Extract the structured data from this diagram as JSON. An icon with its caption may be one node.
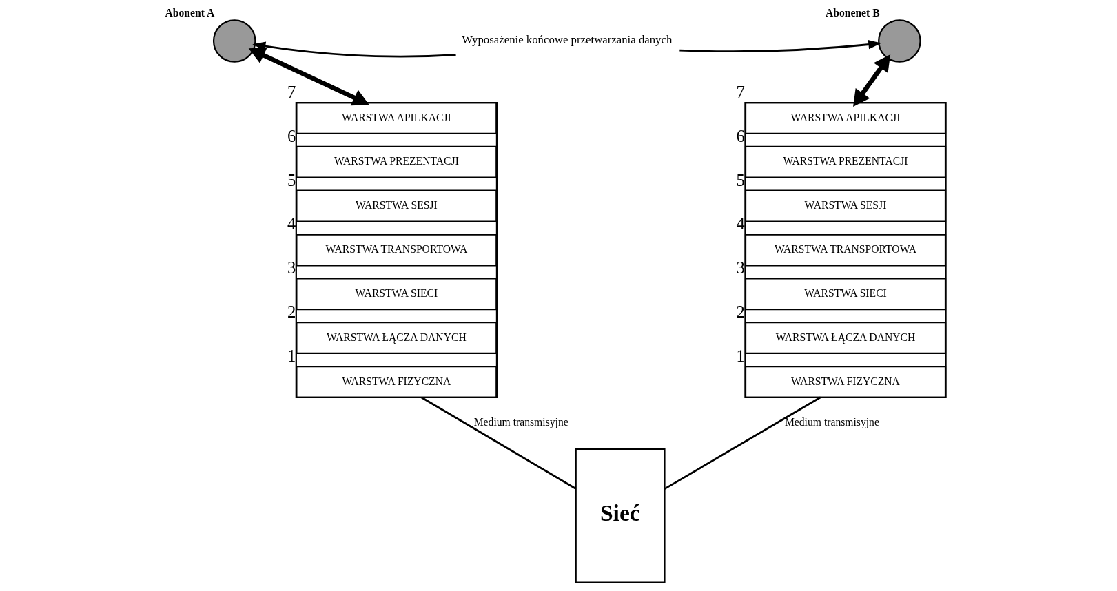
{
  "diagram": {
    "nodes": [
      {
        "text": [],
        "shape": "circle",
        "beside": [
          "Abonent A"
        ]
      },
      {
        "text": [
          "Wyposażenie końcowe przetwarzania danych"
        ]
      },
      {
        "text": [],
        "shape": "circle",
        "beside": [
          "Abonenet B"
        ]
      },
      {
        "text": [],
        "shape": "box"
      },
      {
        "text": [
          "WARSTWA APILKACJI"
        ],
        "in": 3,
        "beside": [
          "7"
        ]
      },
      {
        "text": [
          "WARSTWA PREZENTACJI"
        ],
        "in": 3,
        "beside": [
          "6"
        ]
      },
      {
        "text": [
          "WARSTWA SESJI"
        ],
        "in": 3,
        "beside": [
          "5"
        ]
      },
      {
        "text": [
          "WARSTWA TRANSPORTOWA"
        ],
        "in": 3,
        "beside": [
          "4"
        ]
      },
      {
        "text": [
          "WARSTWA SIECI"
        ],
        "in": 3,
        "beside": [
          "3"
        ]
      },
      {
        "text": [
          "WARSTWA ŁĄCZA DANYCH"
        ],
        "in": 3,
        "beside": [
          "2"
        ]
      },
      {
        "text": [
          "WARSTWA FIZYCZNA"
        ],
        "in": 3,
        "beside": [
          "1"
        ]
      },
      {
        "text": [
          "Sieć"
        ]
      },
      {
        "text": [],
        "shape": "box"
      },
      {
        "text": [
          "WARSTWA APILKACJI"
        ],
        "in": 12,
        "beside": [
          "7"
        ]
      },
      {
        "text": [
          "WARSTWA PREZENTACJI"
        ],
        "in": 12,
        "beside": [
          "6"
        ]
      },
      {
        "text": [
          "WARSTWA SESJI"
        ],
        "in": 12,
        "beside": [
          "5"
        ]
      },
      {
        "text": [
          "WARSTWA TRANSPORTOWA"
        ],
        "in": 12,
        "beside": [
          "4"
        ]
      },
      {
        "text": [
          "WARSTWA SIECI"
        ],
        "in": 12,
        "beside": [
          "3"
        ]
      },
      {
        "text": [
          "WARSTWA ŁĄCZA DANYCH"
        ],
        "in": 12,
        "beside": [
          "2"
        ]
      },
      {
        "text": [
          "WARSTWA FIZYCZNA"
        ],
        "in": 12,
        "beside": [
          "1"
        ]
      }
    ],
    "edges": [
      {
        "from": 1,
        "to": 0,
        "arrow": "to"
      },
      {
        "from": 1,
        "to": 2,
        "arrow": "to"
      },
      {
        "from": 0,
        "to": 3,
        "arrow": "both",
        "style": "thick"
      },
      {
        "from": 2,
        "to": 12,
        "arrow": "both",
        "style": "thick"
      },
      {
        "from": 3,
        "to": 11,
        "arrow": "none",
        "label": "Medium transmisyjne"
      },
      {
        "from": 12,
        "to": 11,
        "arrow": "none",
        "label": "Medium transmisyjne"
      }
    ]
  }
}
